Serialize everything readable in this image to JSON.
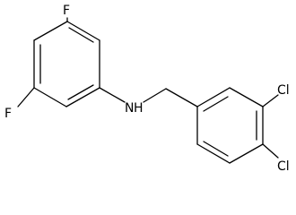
{
  "molecule": {
    "atoms": [
      {
        "id": "F1",
        "label": "F"
      },
      {
        "id": "F2",
        "label": "F"
      },
      {
        "id": "N",
        "label": "N"
      },
      {
        "id": "H",
        "label": "H"
      },
      {
        "id": "Cl1",
        "label": "Cl"
      },
      {
        "id": "Cl2",
        "label": "Cl"
      }
    ]
  }
}
